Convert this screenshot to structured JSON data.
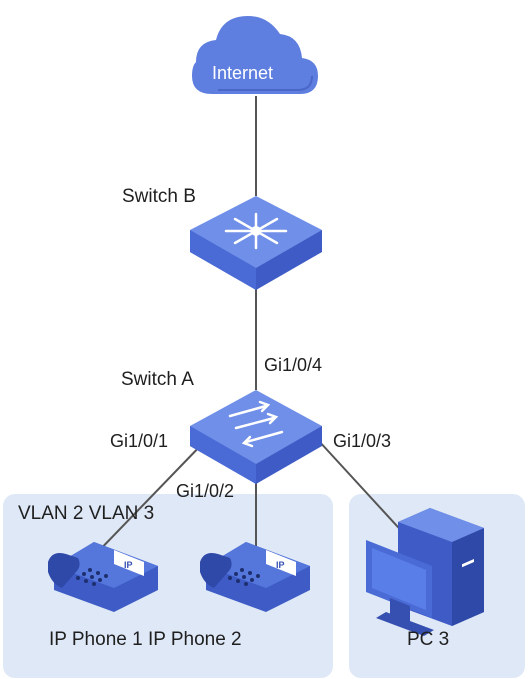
{
  "cloud": {
    "label": "Internet"
  },
  "switch_b": {
    "label": "Switch B"
  },
  "switch_a": {
    "label": "Switch A"
  },
  "ports": {
    "uplink": "Gi1/0/4",
    "p1": "Gi1/0/1",
    "p2": "Gi1/0/2",
    "p3": "Gi1/0/3"
  },
  "groups": {
    "vlan_label": "VLAN 2 VLAN 3",
    "phones_label": "IP Phone 1 IP Phone 2",
    "pc_label": "PC 3"
  },
  "phone_screen_text": "IP",
  "icons": [
    "cloud-icon",
    "core-switch-icon",
    "access-switch-icon",
    "ip-phone-icon",
    "pc-icon"
  ],
  "colors": {
    "device_blue": "#4a6bd6",
    "device_top": "#6f8fe8",
    "device_dark": "#3550b0",
    "group_bg": "#dfe8f6",
    "line": "#555555"
  }
}
